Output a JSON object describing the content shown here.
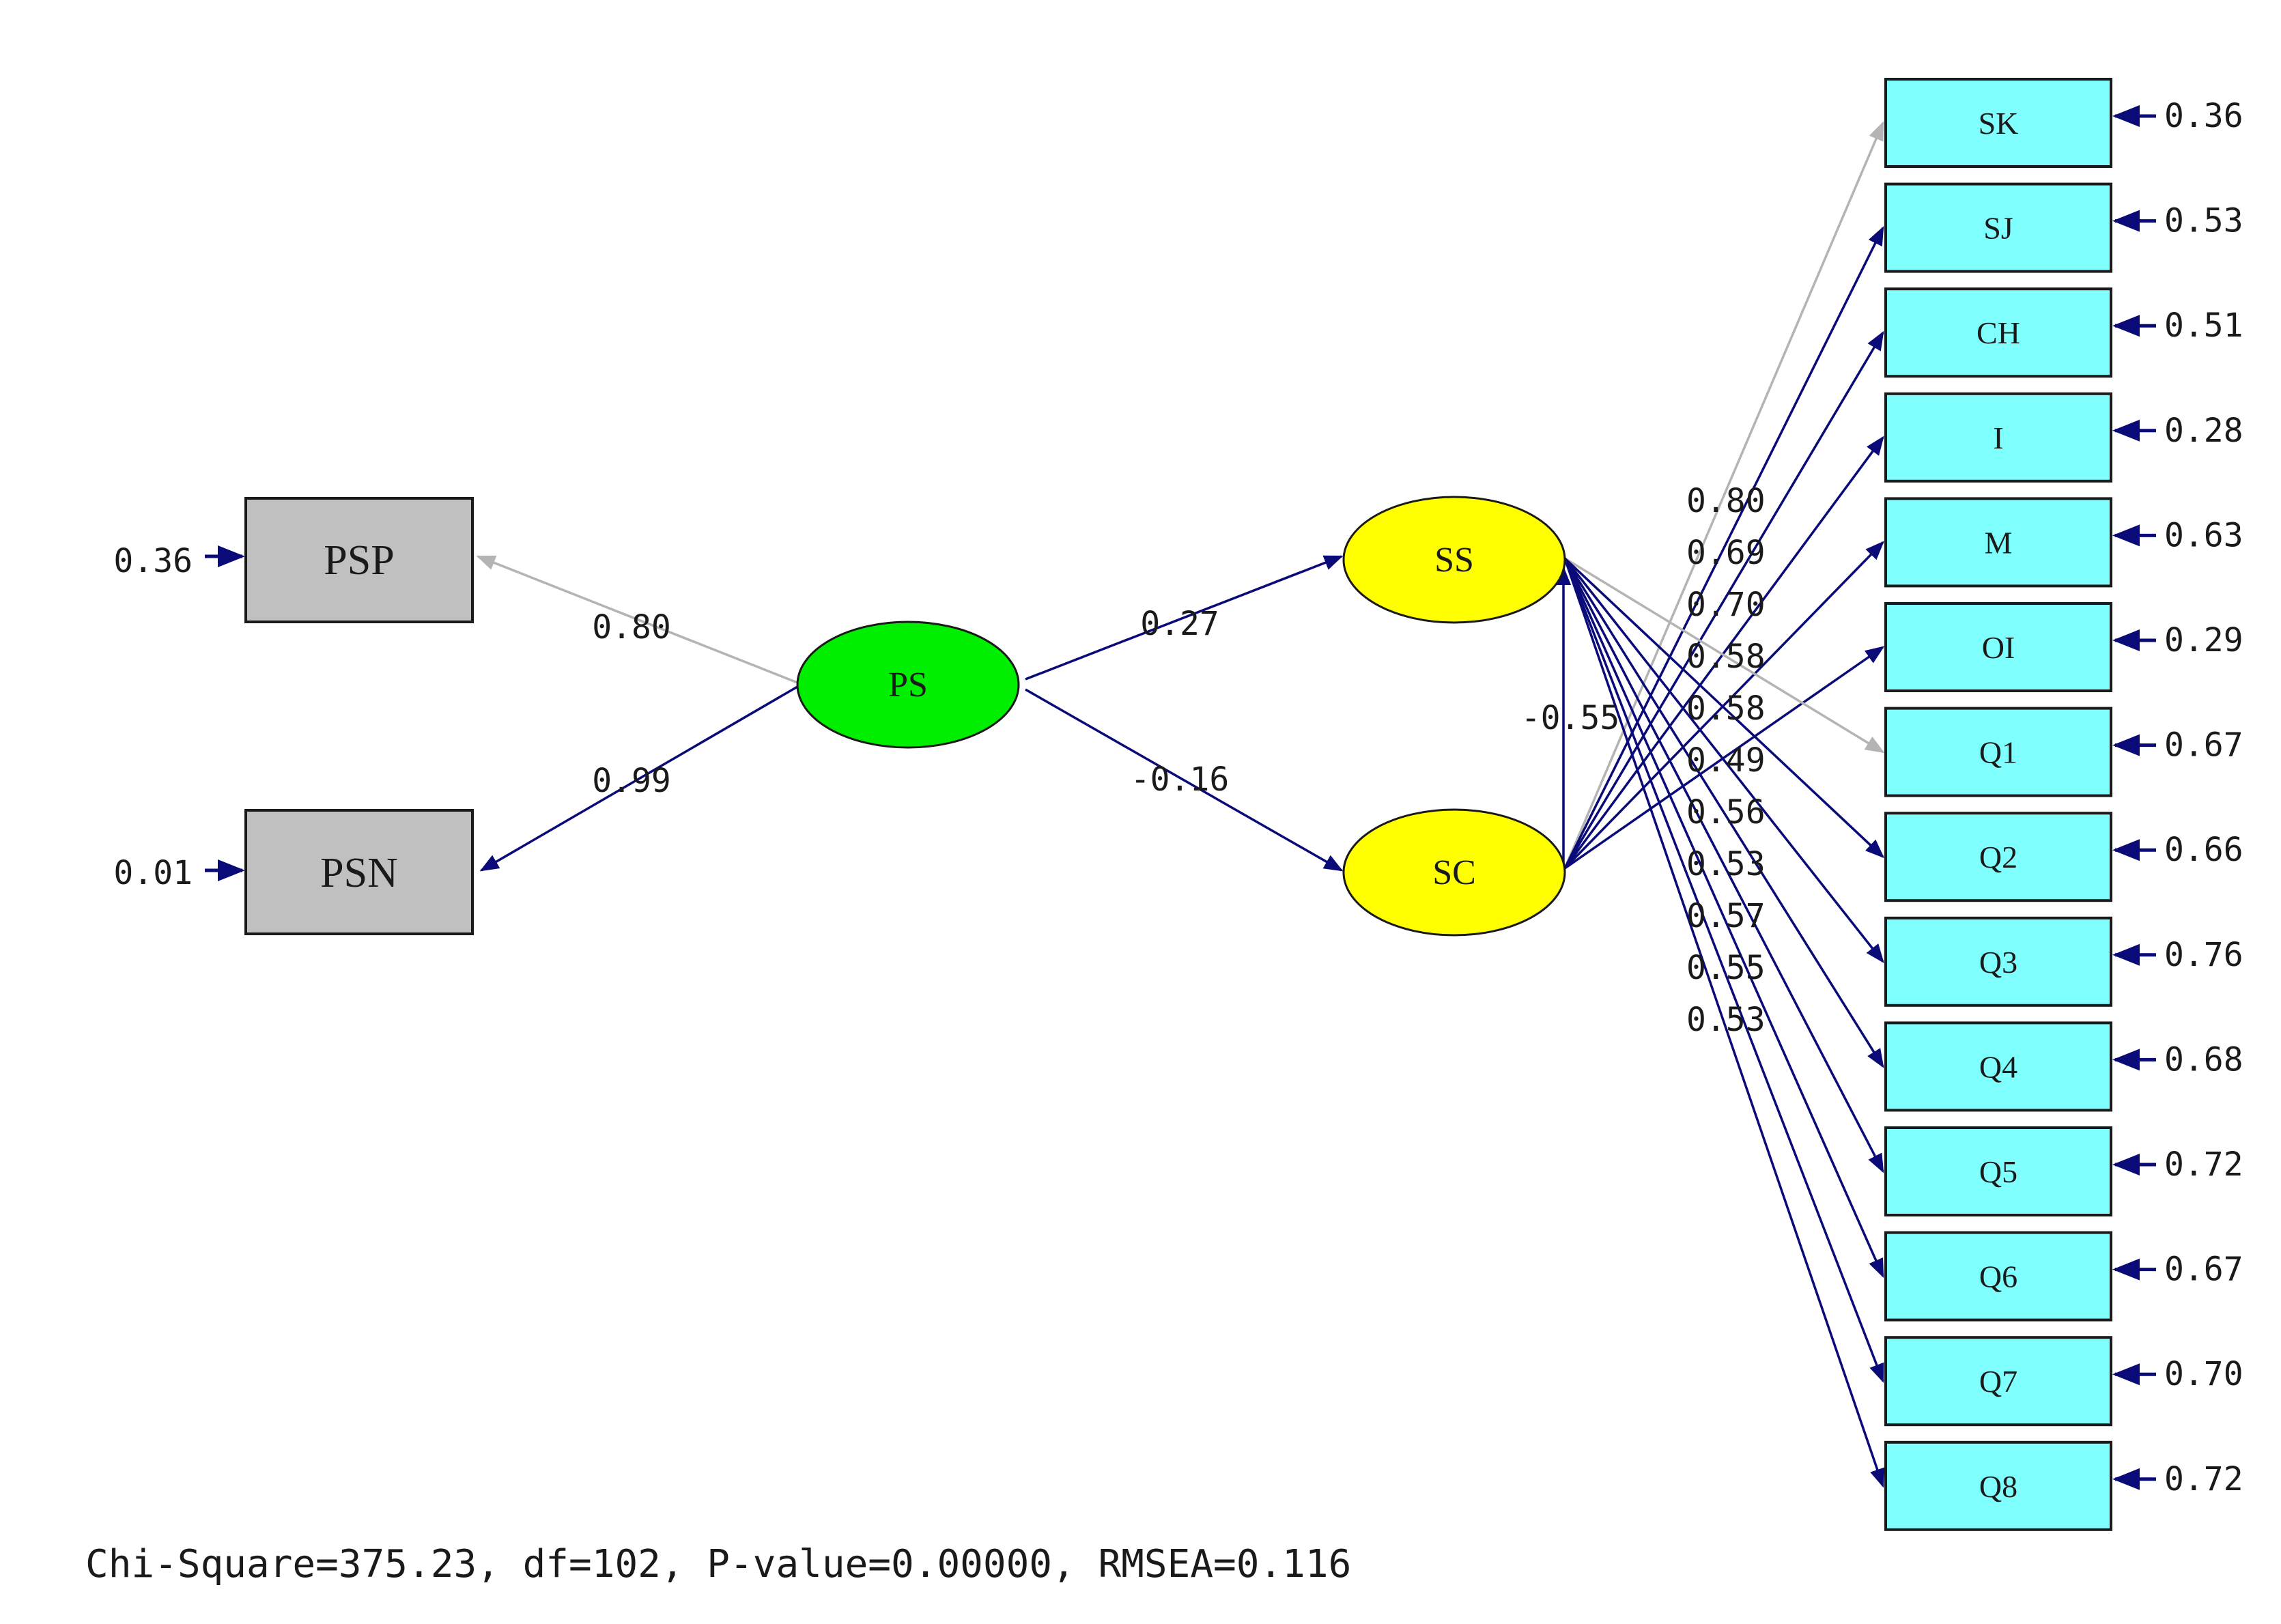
{
  "colors": {
    "path": "#0a0a78",
    "path_fixed": "#b4b4b4",
    "observed_left": "#c0c0c0",
    "observed_right": "#80ffff",
    "latent_ps": "#00ee00",
    "latent_ss_sc": "#ffff00",
    "box_border": "#1a1a1a",
    "text": "#1a1a1a"
  },
  "latent": {
    "ps": "PS",
    "ss": "SS",
    "sc": "SC"
  },
  "left_indicators": [
    {
      "label": "PSP",
      "loading": "0.80",
      "error": "0.36",
      "fixed": true
    },
    {
      "label": "PSN",
      "loading": "0.99",
      "error": "0.01",
      "fixed": false
    }
  ],
  "structural": {
    "ps_ss": "0.27",
    "ps_sc": "-0.16",
    "sc_ss": "-0.55"
  },
  "right_indicators": [
    {
      "label": "SK",
      "error": "0.36",
      "from": "SC",
      "fixed": true
    },
    {
      "label": "SJ",
      "error": "0.53",
      "from": "SC",
      "fixed": false
    },
    {
      "label": "CH",
      "error": "0.51",
      "from": "SC",
      "fixed": false
    },
    {
      "label": "I",
      "error": "0.28",
      "from": "SC",
      "fixed": false
    },
    {
      "label": "M",
      "error": "0.63",
      "from": "SC",
      "fixed": false
    },
    {
      "label": "OI",
      "error": "0.29",
      "from": "SC",
      "fixed": false
    },
    {
      "label": "Q1",
      "error": "0.67",
      "from": "SS",
      "fixed": true
    },
    {
      "label": "Q2",
      "error": "0.66",
      "from": "SS",
      "fixed": false
    },
    {
      "label": "Q3",
      "error": "0.76",
      "from": "SS",
      "fixed": false
    },
    {
      "label": "Q4",
      "error": "0.68",
      "from": "SS",
      "fixed": false
    },
    {
      "label": "Q5",
      "error": "0.72",
      "from": "SS",
      "fixed": false
    },
    {
      "label": "Q6",
      "error": "0.67",
      "from": "SS",
      "fixed": false
    },
    {
      "label": "Q7",
      "error": "0.70",
      "from": "SS",
      "fixed": false
    },
    {
      "label": "Q8",
      "error": "0.72",
      "from": "SS",
      "fixed": false
    }
  ],
  "right_loadings": [
    "0.80",
    "0.69",
    "0.70",
    "0.58",
    "0.58",
    "0.49",
    "0.56",
    "0.53",
    "0.57",
    "0.55",
    "0.53"
  ],
  "fit_statistics": "Chi-Square=375.23, df=102, P-value=0.00000, RMSEA=0.116"
}
